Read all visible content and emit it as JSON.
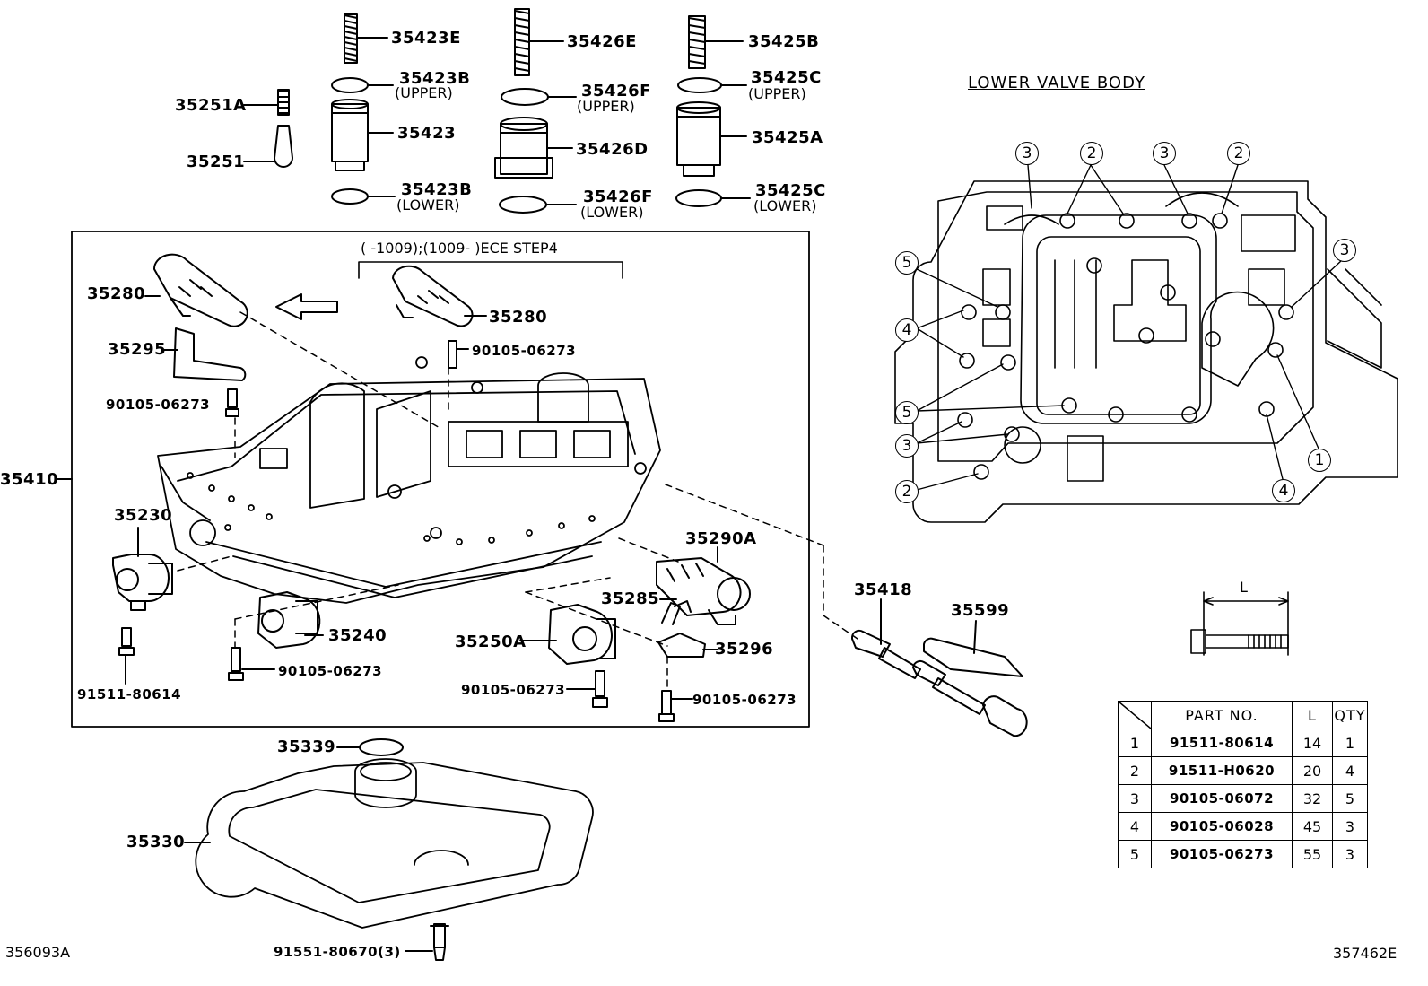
{
  "diagram": {
    "labels": [
      {
        "id": "35423E",
        "text": "35423E"
      },
      {
        "id": "35423B-upper",
        "text": "35423B"
      },
      {
        "id": "35423",
        "text": "35423"
      },
      {
        "id": "35423B-lower",
        "text": "35423B"
      },
      {
        "id": "35426E",
        "text": "35426E"
      },
      {
        "id": "35426F-upper",
        "text": "35426F"
      },
      {
        "id": "35426D",
        "text": "35426D"
      },
      {
        "id": "35426F-lower",
        "text": "35426F"
      },
      {
        "id": "35425B",
        "text": "35425B"
      },
      {
        "id": "35425C-upper",
        "text": "35425C"
      },
      {
        "id": "35425A",
        "text": "35425A"
      },
      {
        "id": "35425C-lower",
        "text": "35425C"
      },
      {
        "id": "35251A",
        "text": "35251A"
      },
      {
        "id": "35251",
        "text": "35251"
      },
      {
        "id": "35280-a",
        "text": "35280"
      },
      {
        "id": "35280-b",
        "text": "35280"
      },
      {
        "id": "35295",
        "text": "35295"
      },
      {
        "id": "bolt-a",
        "text": "90105-06273"
      },
      {
        "id": "bolt-b",
        "text": "90105-06273"
      },
      {
        "id": "bolt-c",
        "text": "90105-06273"
      },
      {
        "id": "bolt-d",
        "text": "90105-06273"
      },
      {
        "id": "bolt-e",
        "text": "90105-06273"
      },
      {
        "id": "35410",
        "text": "35410"
      },
      {
        "id": "35230",
        "text": "35230"
      },
      {
        "id": "35240",
        "text": "35240"
      },
      {
        "id": "91511-80614",
        "text": "91511-80614"
      },
      {
        "id": "35290A",
        "text": "35290A"
      },
      {
        "id": "35285",
        "text": "35285"
      },
      {
        "id": "35250A",
        "text": "35250A"
      },
      {
        "id": "35296",
        "text": "35296"
      },
      {
        "id": "35339",
        "text": "35339"
      },
      {
        "id": "35330",
        "text": "35330"
      },
      {
        "id": "91551",
        "text": "91551-80670(3)"
      },
      {
        "id": "35418",
        "text": "35418"
      },
      {
        "id": "35599",
        "text": "35599"
      }
    ],
    "upper": "(UPPER)",
    "lower": "(LOWER)",
    "ece_note": "(      -1009);(1009-      )ECE STEP4",
    "lower_valve_body_title": "LOWER VALVE BODY",
    "dimension_label": "L",
    "bolt_callouts": [
      "1",
      "2",
      "3",
      "4",
      "5"
    ],
    "ref_left": "356093A",
    "ref_right": "357462E"
  },
  "bolt_table": {
    "headers": [
      "PART NO.",
      "L",
      "QTY"
    ],
    "rows": [
      {
        "idx": "1",
        "part": "91511-80614",
        "len": "14",
        "qty": "1"
      },
      {
        "idx": "2",
        "part": "91511-H0620",
        "len": "20",
        "qty": "4"
      },
      {
        "idx": "3",
        "part": "90105-06072",
        "len": "32",
        "qty": "5"
      },
      {
        "idx": "4",
        "part": "90105-06028",
        "len": "45",
        "qty": "3"
      },
      {
        "idx": "5",
        "part": "90105-06273",
        "len": "55",
        "qty": "3"
      }
    ]
  }
}
